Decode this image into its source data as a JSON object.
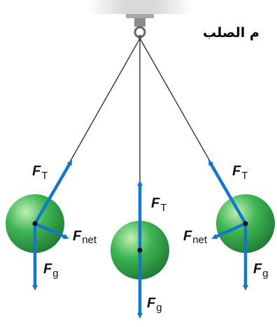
{
  "caption_fragment": "م الصلب",
  "colors": {
    "ball": "#2fa644",
    "ball_light": "#bff0b8",
    "ball_dark": "#1f7a34",
    "vector": "#1677c9",
    "string": "#333333",
    "ceiling": "#d9d9d9"
  },
  "labels": {
    "tension": {
      "main": "F",
      "sub": "T"
    },
    "net": {
      "main": "F",
      "sub": "net"
    },
    "gravity": {
      "main": "F",
      "sub": "g"
    }
  }
}
